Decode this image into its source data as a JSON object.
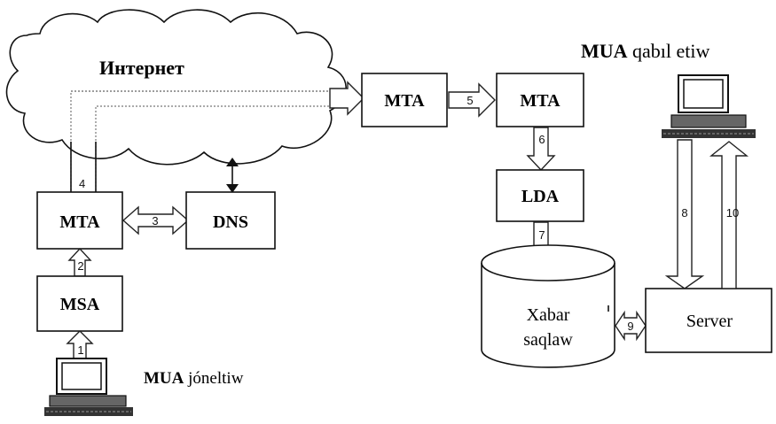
{
  "labels": {
    "internet": "Интернет",
    "mua_receive_bold": "MUA",
    "mua_receive_rest": " qabıl etiw",
    "mua_send_bold": "MUA",
    "mua_send_rest": " jóneltiw"
  },
  "boxes": {
    "mta_sender": "MTA",
    "dns": "DNS",
    "msa": "MSA",
    "mta_relay": "MTA",
    "mta_dest": "MTA",
    "lda": "LDA",
    "storage_line1": "Xabar",
    "storage_line2": "saqlaw",
    "server": "Server"
  },
  "steps": [
    "1",
    "2",
    "3",
    "4",
    "5",
    "6",
    "7",
    "8",
    "9",
    "10"
  ]
}
